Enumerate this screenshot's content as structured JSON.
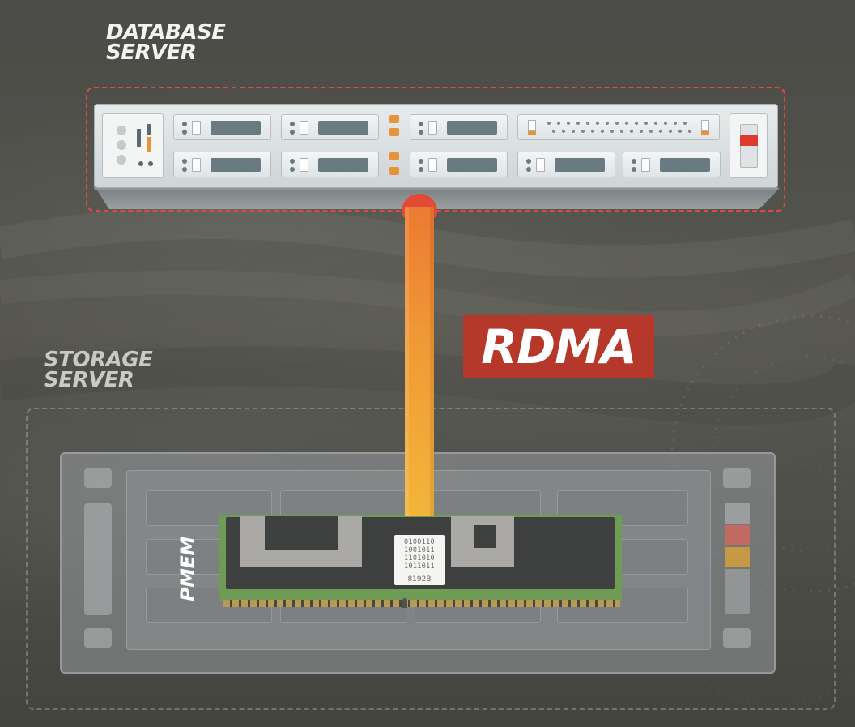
{
  "labels": {
    "database_server": "DATABASE\nSERVER",
    "storage_server": "STORAGE\nSERVER",
    "rdma": "RDMA",
    "pmem": "PMEM"
  },
  "chip": {
    "bits": [
      "0100110",
      "1001011",
      "1101010",
      "1011011"
    ],
    "capacity": "8192B"
  },
  "colors": {
    "background": "#4e4e4a",
    "highlight_outline": "#e0493f",
    "rdma_badge": "#b5382a",
    "cable_top": "#ec7a32",
    "cable_bottom": "#f3b53a",
    "pcb_green": "#6e9c54"
  }
}
